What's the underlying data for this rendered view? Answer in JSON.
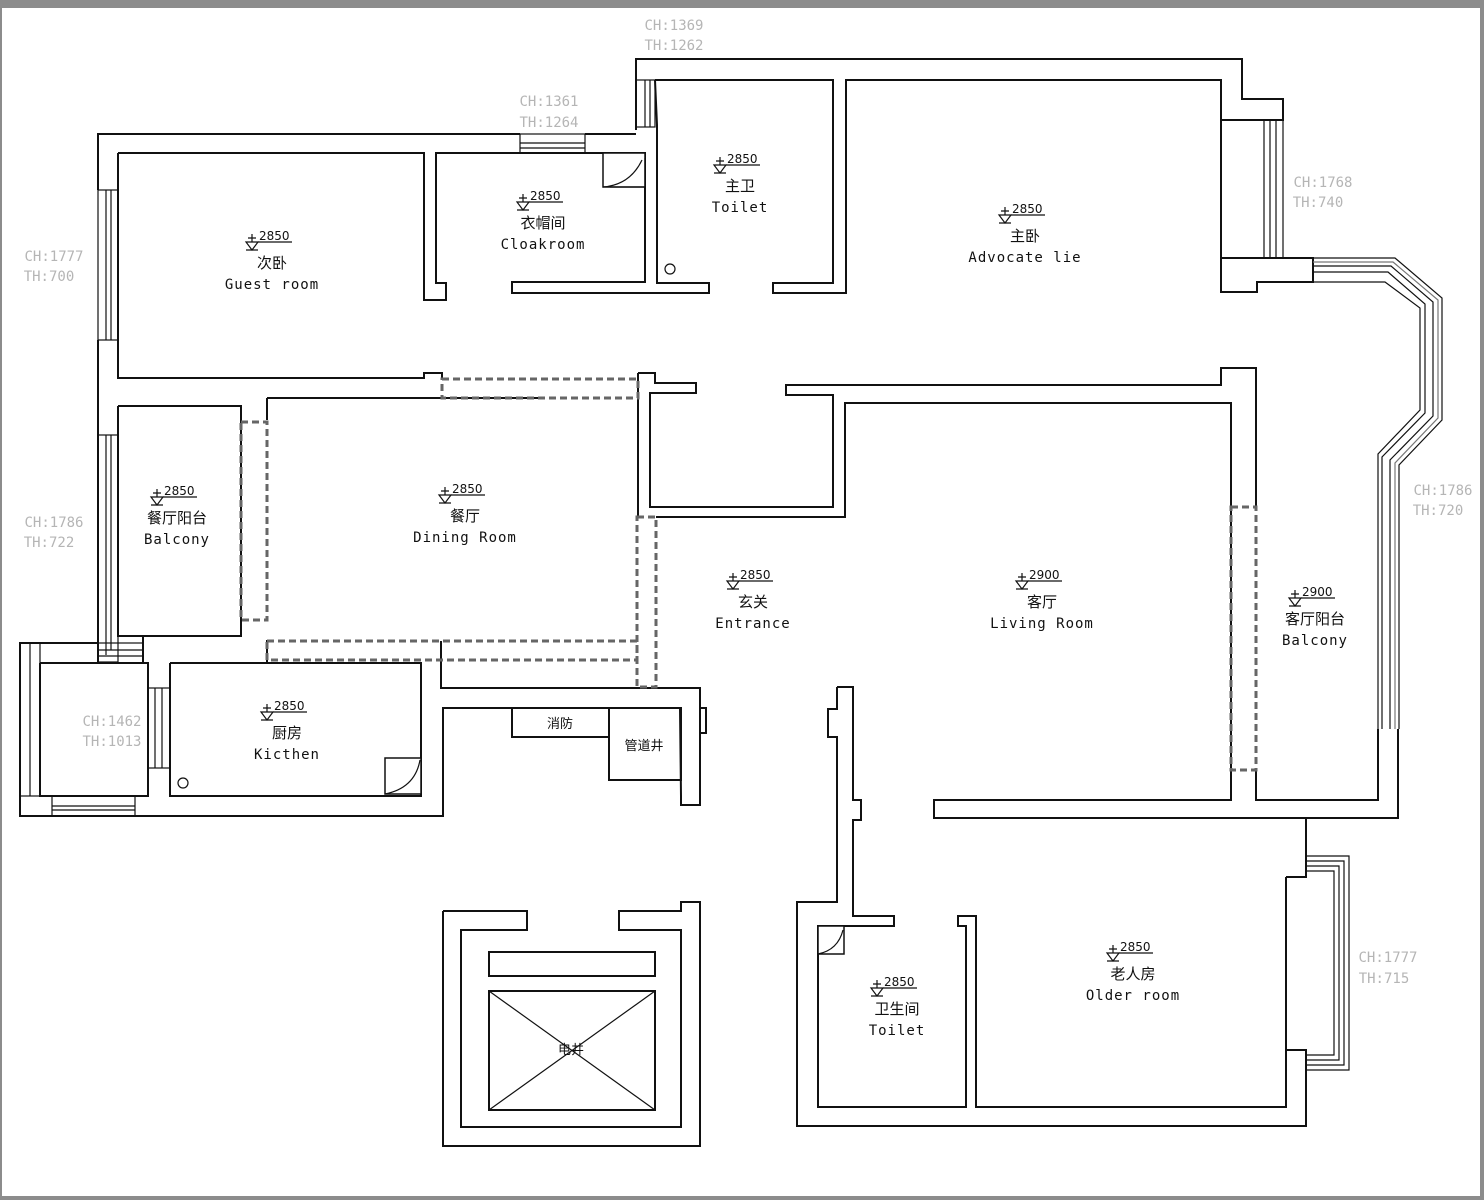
{
  "rooms": {
    "guest": {
      "level": "2850",
      "cn": "次卧",
      "en": "Guest room"
    },
    "cloak": {
      "level": "2850",
      "cn": "衣帽间",
      "en": "Cloakroom"
    },
    "master_toilet": {
      "level": "2850",
      "cn": "主卫",
      "en": "Toilet"
    },
    "master": {
      "level": "2850",
      "cn": "主卧",
      "en": "Advocate lie"
    },
    "dining_balcony": {
      "level": "2850",
      "cn": "餐厅阳台",
      "en": "Balcony"
    },
    "dining": {
      "level": "2850",
      "cn": "餐厅",
      "en": "Dining Room"
    },
    "entrance": {
      "level": "2850",
      "cn": "玄关",
      "en": "Entrance"
    },
    "living": {
      "level": "2900",
      "cn": "客厅",
      "en": "Living Room"
    },
    "living_balcony": {
      "level": "2900",
      "cn": "客厅阳台",
      "en": "Balcony"
    },
    "kitchen": {
      "level": "2850",
      "cn": "厨房",
      "en": "Kicthen"
    },
    "older": {
      "level": "2850",
      "cn": "老人房",
      "en": "Older room"
    },
    "toilet2": {
      "level": "2850",
      "cn": "卫生间",
      "en": "Toilet"
    }
  },
  "utilities": {
    "fire": "消防",
    "pipe_shaft": "管道井",
    "elevator_shaft": "电井"
  },
  "dimensions": {
    "top_a": {
      "ch": "CH:1369",
      "th": "TH:1262"
    },
    "top_b": {
      "ch": "CH:1361",
      "th": "TH:1264"
    },
    "right_a": {
      "ch": "CH:1768",
      "th": "TH:740"
    },
    "left_a": {
      "ch": "CH:1777",
      "th": "TH:700"
    },
    "left_b": {
      "ch": "CH:1786",
      "th": "TH:722"
    },
    "right_b": {
      "ch": "CH:1786",
      "th": "TH:720"
    },
    "left_c": {
      "ch": "CH:1462",
      "th": "TH:1013"
    },
    "right_c": {
      "ch": "CH:1777",
      "th": "TH:715"
    }
  }
}
